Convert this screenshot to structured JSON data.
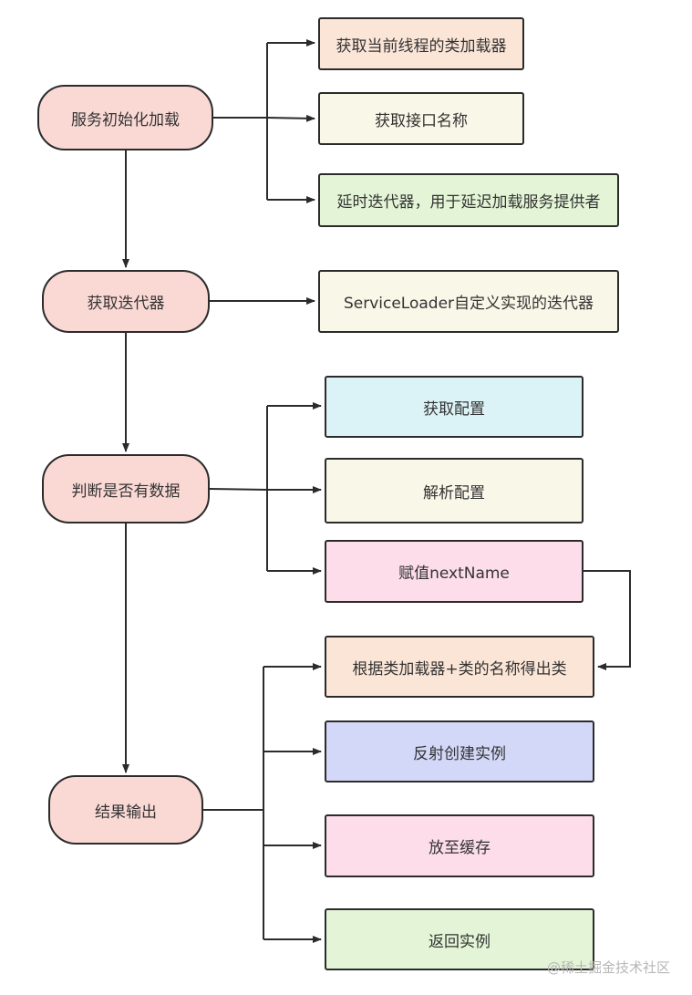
{
  "main_nodes": [
    {
      "label": "服务初始化加载",
      "color": "#fad9d5"
    },
    {
      "label": "获取迭代器",
      "color": "#fad9d5"
    },
    {
      "label": "判断是否有数据",
      "color": "#fad9d5"
    },
    {
      "label": "结果输出",
      "color": "#fad9d5"
    }
  ],
  "branch_nodes": [
    {
      "label": "获取当前线程的类加载器",
      "color": "#fbe5d6"
    },
    {
      "label": "获取接口名称",
      "color": "#f9f7e8"
    },
    {
      "label": "延时迭代器，用于延迟加载服务提供者",
      "color": "#e3f5d6"
    },
    {
      "label": "ServiceLoader自定义实现的迭代器",
      "color": "#f9f7e8"
    },
    {
      "label": "获取配置",
      "color": "#dbf3f6"
    },
    {
      "label": "解析配置",
      "color": "#f9f7e8"
    },
    {
      "label": "赋值nextName",
      "color": "#fcdde9"
    },
    {
      "label": "根据类加载器+类的名称得出类",
      "color": "#fbe5d6"
    },
    {
      "label": "反射创建实例",
      "color": "#d4d8f8"
    },
    {
      "label": "放至缓存",
      "color": "#fcdde9"
    },
    {
      "label": "返回实例",
      "color": "#e3f5d6"
    }
  ],
  "watermark": "@稀土掘金技术社区",
  "colors": {
    "line": "#2b2b2b",
    "text": "#333333"
  }
}
